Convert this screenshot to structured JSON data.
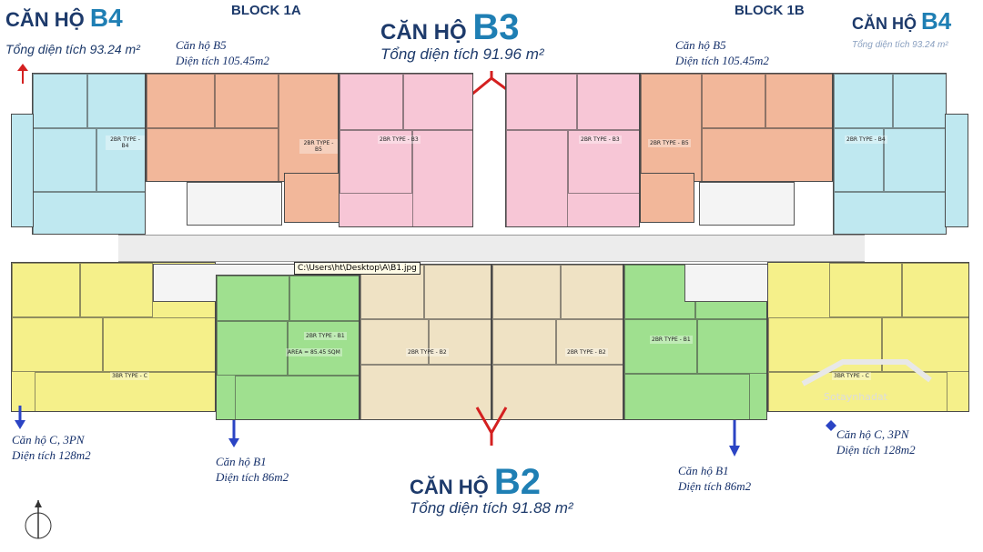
{
  "header": {
    "b4_left": {
      "prefix": "CĂN HỘ",
      "code": "B4",
      "area": "Tổng diện tích 93.24 m²"
    },
    "b4_right": {
      "prefix": "CĂN HỘ",
      "code": "B4",
      "area": "Tổng diện tích 93.24 m²"
    },
    "block_1a": "BLOCK 1A",
    "block_1b": "BLOCK 1B",
    "b3": {
      "prefix": "CĂN HỘ",
      "code": "B3",
      "area": "Tổng diện tích 91.96 m²"
    },
    "b2": {
      "prefix": "CĂN HỘ",
      "code": "B2",
      "area": "Tổng diện tích 91.88 m²"
    }
  },
  "notes": {
    "b5_left": {
      "line1": "Căn hộ B5",
      "line2": "Diện tích 105.45m2"
    },
    "b5_right": {
      "line1": "Căn hộ B5",
      "line2": "Diện tích 105.45m2"
    },
    "c_left": {
      "line1": "Căn hộ C, 3PN",
      "line2": "Diện tích 128m2"
    },
    "c_right": {
      "line1": "Căn hộ C, 3PN",
      "line2": "Diện tích 128m2"
    },
    "b1_left": {
      "line1": "Căn hộ B1",
      "line2": "Diện tích 86m2"
    },
    "b1_right": {
      "line1": "Căn hộ B1",
      "line2": "Diện tích 86m2"
    }
  },
  "file_path": "C:\\Users\\ht\\Desktop\\A\\B1.jpg",
  "unit_tags": {
    "b4": "2BR TYPE - B4",
    "b5": "2BR TYPE - B5",
    "b3": "2BR TYPE - B3",
    "c": "3BR TYPE - C",
    "b1": "2BR TYPE - B1",
    "b1_area": "AREA = 85.45 SQM",
    "b2": "2BR TYPE - B2"
  },
  "watermark": "Sotaynhadat",
  "colors": {
    "b4": "#bfe8f0",
    "b5": "#f2b79a",
    "b3": "#f7c6d6",
    "c": "#f5f08a",
    "b1": "#9fe08f",
    "b2": "#efe2c4",
    "title": "#1d3a6b",
    "code": "#1f7fb4",
    "arrow_red": "#d42020",
    "arrow_blue": "#2b44c4"
  }
}
